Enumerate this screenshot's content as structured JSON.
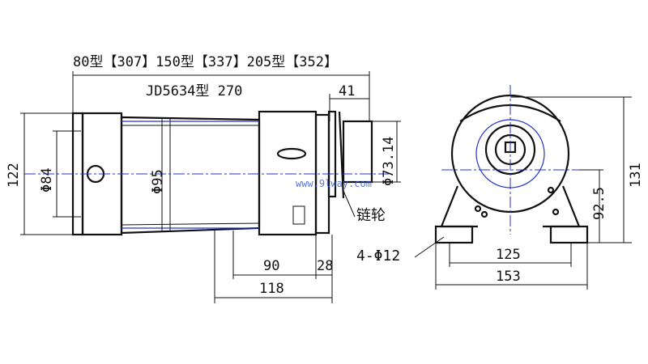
{
  "drawing": {
    "variants_label": "80型【307】150型【337】205型【352】",
    "model_length_label": "JD5634型 270",
    "dimensions": {
      "shaft_extension": "41",
      "height_left": "122",
      "dia_84": "Φ84",
      "dia_95": "Φ95",
      "dia_73": "Φ73.14",
      "dim_90": "90",
      "dim_28": "28",
      "dim_118": "118",
      "dim_125": "125",
      "dim_153": "153",
      "dim_131": "131",
      "dim_92_5": "92.5"
    },
    "callouts": {
      "sprocket": "链轮",
      "mount_holes": "4-Φ12"
    },
    "watermark": "www.9lway.com",
    "colors": {
      "line": "#111111",
      "center_line": "#2233cc"
    }
  }
}
